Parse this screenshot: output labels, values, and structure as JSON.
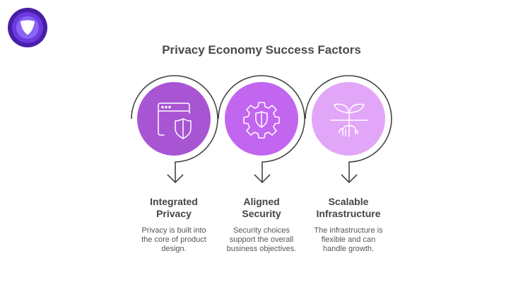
{
  "logo": {
    "icon": "brand-logo-icon",
    "outer_color": "#4a1fa8",
    "inner_color": "#7b4ff0"
  },
  "title": "Privacy Economy Success Factors",
  "colors": {
    "stroke": "#444444",
    "icon_stroke": "#ffffff"
  },
  "steps": [
    {
      "heading_line1": "Integrated",
      "heading_line2": "Privacy",
      "desc_line1": "Privacy is built into",
      "desc_line2": "the core of product",
      "desc_line3": "design.",
      "icon": "browser-shield-icon",
      "fill": "#a855d4"
    },
    {
      "heading_line1": "Aligned",
      "heading_line2": "Security",
      "desc_line1": "Security choices",
      "desc_line2": "support the overall",
      "desc_line3": "business objectives.",
      "icon": "gear-shield-icon",
      "fill": "#c266f0"
    },
    {
      "heading_line1": "Scalable",
      "heading_line2": "Infrastructure",
      "desc_line1": "The infrastructure is",
      "desc_line2": "flexible and can",
      "desc_line3": "handle growth.",
      "icon": "sprout-roots-icon",
      "fill": "#e2a6f8"
    }
  ]
}
